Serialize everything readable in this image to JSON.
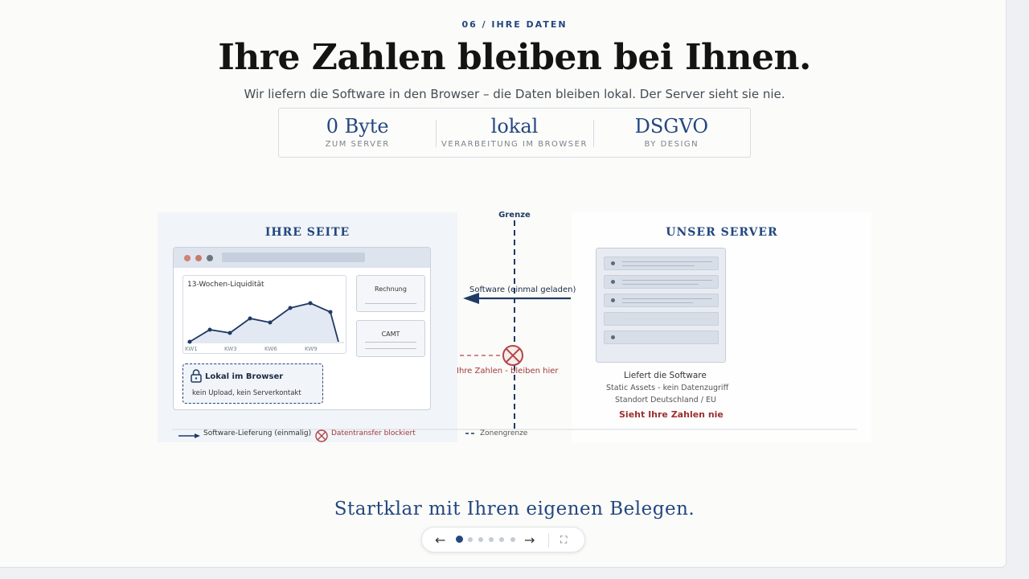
{
  "header": {
    "eyebrow": "06 / IHRE DATEN",
    "title": "Ihre Zahlen bleiben bei Ihnen.",
    "subtitle": "Wir liefern die Software in den Browser – die Daten bleiben lokal. Der Server sieht sie nie."
  },
  "stats": [
    {
      "value": "0 Byte",
      "label": "ZUM SERVER"
    },
    {
      "value": "lokal",
      "label": "VERARBEITUNG IM BROWSER"
    },
    {
      "value": "DSGVO",
      "label": "BY DESIGN"
    }
  ],
  "diagram": {
    "left_title": "IHRE SEITE",
    "right_title": "UNSER SERVER",
    "boundary_label": "Grenze",
    "flow_label": "Software (einmal geladen)",
    "blocked_label": "Ihre Zahlen - bleiben hier",
    "chart_title": "13-Wochen-Liquidität",
    "chart_ticks": [
      "KW1",
      "KW3",
      "KW6",
      "KW9"
    ],
    "doc_cards": [
      "Rechnung",
      "CAMT"
    ],
    "local_title": "Lokal im Browser",
    "local_sub": "kein Upload, kein Serverkontakt",
    "server_caption": "Liefert die Software",
    "server_detail_1": "Static Assets - kein Datenzugriff",
    "server_detail_2": "Standort Deutschland / EU",
    "server_never": "Sieht Ihre Zahlen nie",
    "legend": {
      "delivery": "Software-Lieferung (einmalig)",
      "blocked": "Datentransfer blockiert",
      "boundary": "Zonengrenze"
    }
  },
  "tagline": "Startklar mit Ihren eigenen Belegen.",
  "pager": {
    "prev": "←",
    "next": "→",
    "fullscreen": "⛶",
    "total": 6,
    "active": 1
  },
  "colors": {
    "accent": "#23477f",
    "blocked": "#a03a3a",
    "zone_left": "#f1f4f8"
  }
}
